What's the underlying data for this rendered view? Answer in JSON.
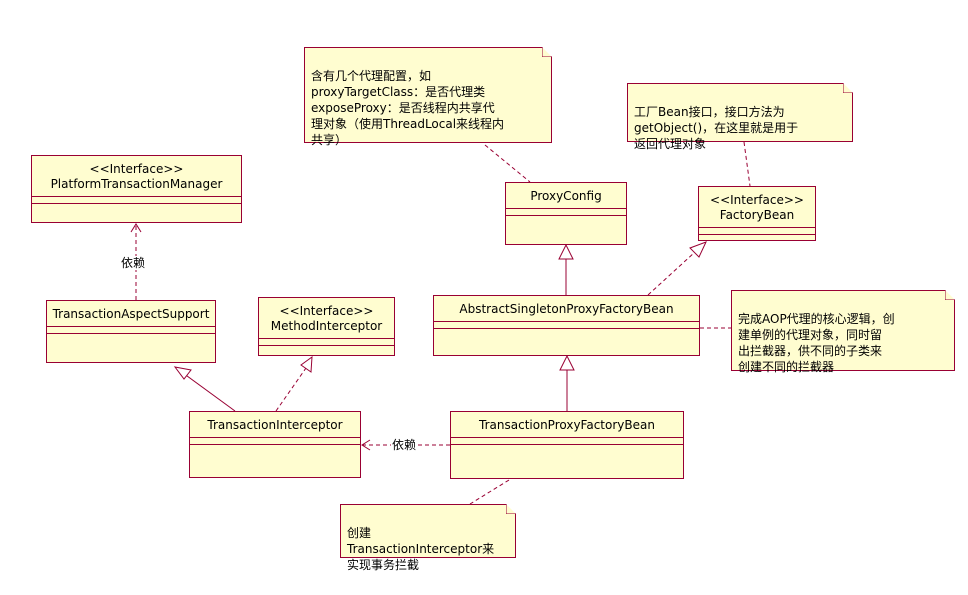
{
  "classes": {
    "platform": {
      "stereotype": "<<Interface>>",
      "name": "PlatformTransactionManager"
    },
    "aspect": {
      "name": "TransactionAspectSupport"
    },
    "method": {
      "stereotype": "<<Interface>>",
      "name": "MethodInterceptor"
    },
    "proxyconfig": {
      "name": "ProxyConfig"
    },
    "factorybean": {
      "stereotype": "<<Interface>>",
      "name": "FactoryBean"
    },
    "abstract": {
      "name": "AbstractSingletonProxyFactoryBean"
    },
    "interceptor": {
      "name": "TransactionInterceptor"
    },
    "proxyfactory": {
      "name": "TransactionProxyFactoryBean"
    }
  },
  "notes": {
    "proxyconfig_note": "含有几个代理配置，如\nproxyTargetClass：是否代理类\nexposeProxy：是否线程内共享代\n理对象（使用ThreadLocal来线程内\n共享）",
    "factorybean_note": "工厂Bean接口，接口方法为\ngetObject()，在这里就是用于\n返回代理对象",
    "abstract_note": "完成AOP代理的核心逻辑，创\n建单例的代理对象，同时留\n出拦截器，供不同的子类来\n创建不同的拦截器",
    "create_note": "创建\nTransactionInterceptor来\n实现事务拦截"
  },
  "labels": {
    "depends1": "依赖",
    "depends2": "依赖"
  },
  "colors": {
    "fill": "#fffdd0",
    "border": "#990033"
  }
}
